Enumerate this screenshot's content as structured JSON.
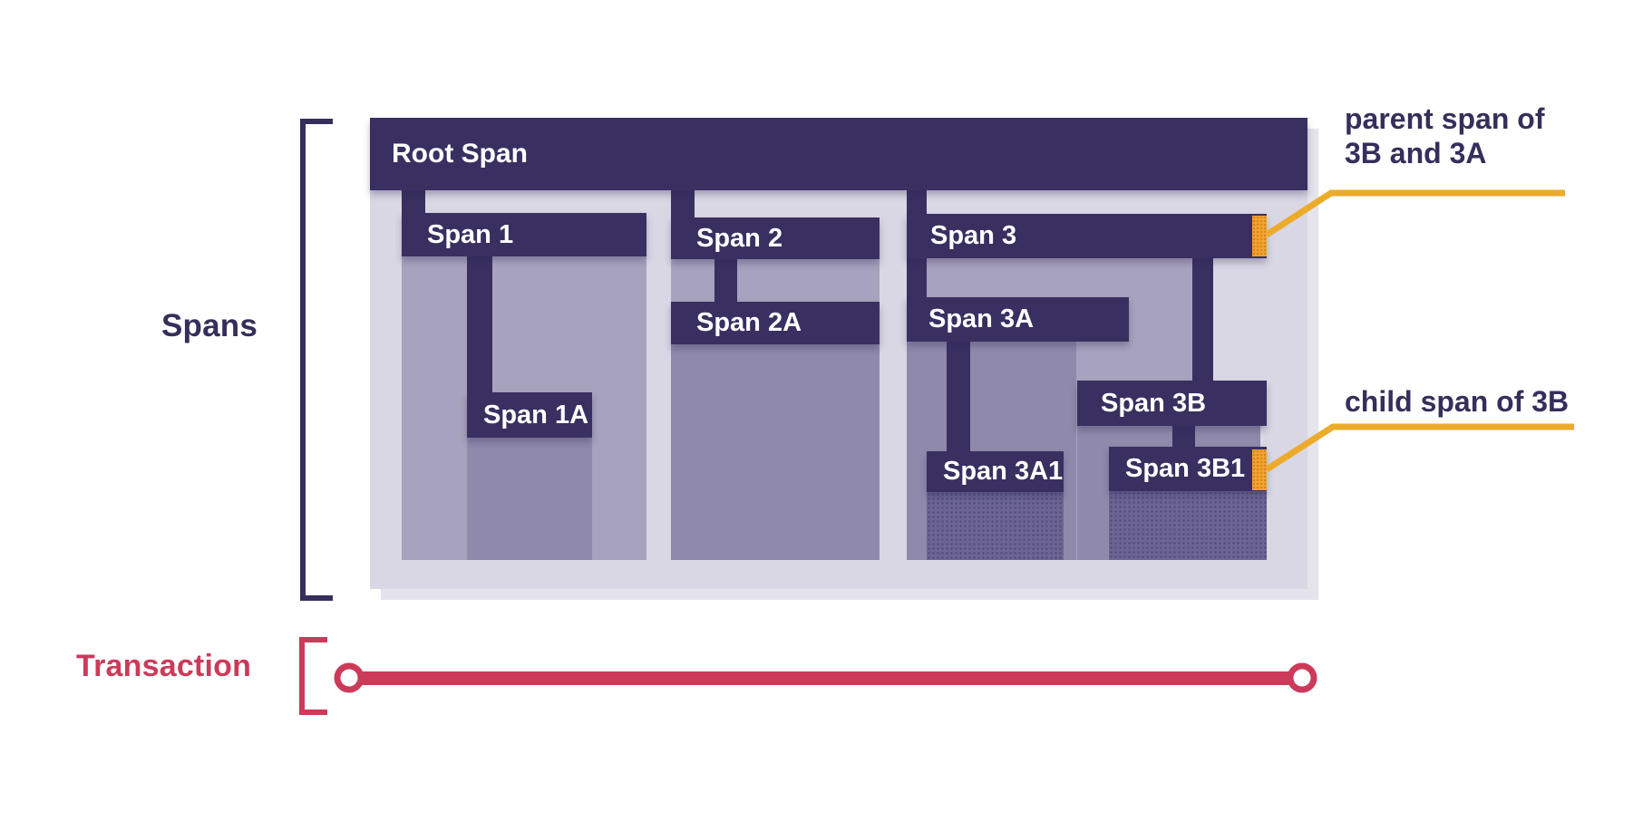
{
  "labels": {
    "spans": "Spans",
    "transaction": "Transaction"
  },
  "spans": {
    "root": {
      "label": "Root Span"
    },
    "s1": {
      "label": "Span 1"
    },
    "s1a": {
      "label": "Span 1A"
    },
    "s2": {
      "label": "Span 2"
    },
    "s2a": {
      "label": "Span 2A"
    },
    "s3": {
      "label": "Span 3"
    },
    "s3a": {
      "label": "Span 3A"
    },
    "s3a1": {
      "label": "Span 3A1"
    },
    "s3b": {
      "label": "Span 3B"
    },
    "s3b1": {
      "label": "Span 3B1"
    }
  },
  "tree": {
    "label": "Root Span",
    "children": [
      {
        "label": "Span 1",
        "children": [
          {
            "label": "Span 1A"
          }
        ]
      },
      {
        "label": "Span 2",
        "children": [
          {
            "label": "Span 2A"
          }
        ]
      },
      {
        "label": "Span 3",
        "children": [
          {
            "label": "Span 3A",
            "children": [
              {
                "label": "Span 3A1"
              }
            ]
          },
          {
            "label": "Span 3B",
            "children": [
              {
                "label": "Span 3B1"
              }
            ]
          }
        ]
      }
    ]
  },
  "annotations": {
    "parent": {
      "text": "parent span of 3B and 3A",
      "target": "Span 3"
    },
    "child": {
      "text": "child span of 3B",
      "target": "Span 3B1"
    }
  },
  "colors": {
    "bar": "#393061",
    "panel": "#d9d7e4",
    "level1": "#a7a2bd",
    "level2": "#8f89ac",
    "level3": "#6c6594",
    "marker_orange": "#f3a32f",
    "callout_yellow": "#ecab2a",
    "transaction_red": "#cc3a5a",
    "text_dark": "#352f5b"
  }
}
